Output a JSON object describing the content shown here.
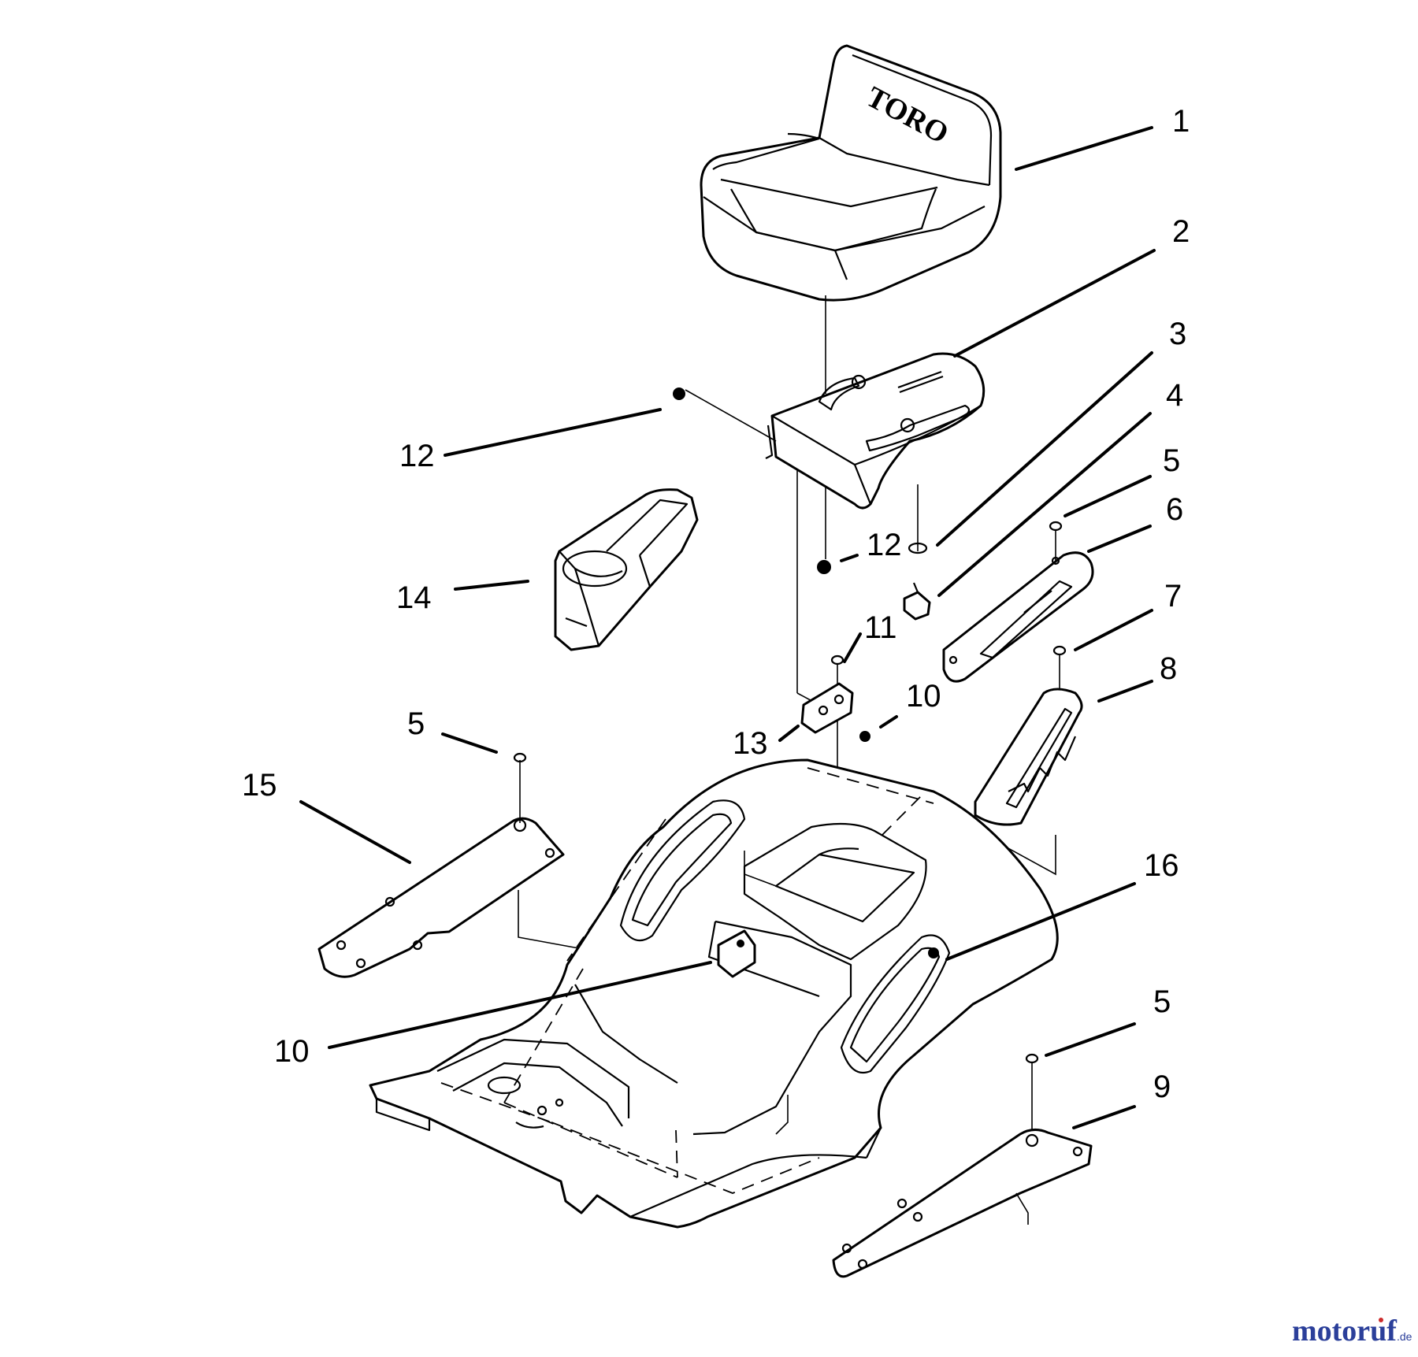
{
  "callouts": [
    {
      "id": "1",
      "label": "1"
    },
    {
      "id": "2",
      "label": "2"
    },
    {
      "id": "3",
      "label": "3"
    },
    {
      "id": "4",
      "label": "4"
    },
    {
      "id": "5a",
      "label": "5"
    },
    {
      "id": "6",
      "label": "6"
    },
    {
      "id": "7",
      "label": "7"
    },
    {
      "id": "8",
      "label": "8"
    },
    {
      "id": "12a",
      "label": "12"
    },
    {
      "id": "12b",
      "label": "12"
    },
    {
      "id": "14",
      "label": "14"
    },
    {
      "id": "11",
      "label": "11"
    },
    {
      "id": "10a",
      "label": "10"
    },
    {
      "id": "13",
      "label": "13"
    },
    {
      "id": "5b",
      "label": "5"
    },
    {
      "id": "15",
      "label": "15"
    },
    {
      "id": "16",
      "label": "16"
    },
    {
      "id": "10b",
      "label": "10"
    },
    {
      "id": "5c",
      "label": "5"
    },
    {
      "id": "9",
      "label": "9"
    }
  ],
  "seat_logo": "TORO",
  "watermark": {
    "main": "motoruf",
    "tld": ".de"
  },
  "colors": {
    "watermark_blue": "#2b3f9a",
    "watermark_red": "#cc2b2b",
    "ink": "#000000"
  }
}
